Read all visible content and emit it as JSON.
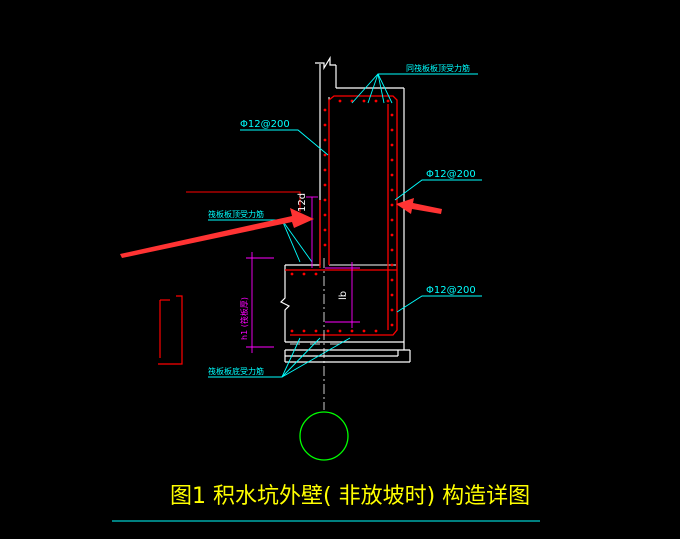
{
  "labels": {
    "top_right": "同筏板板顶受力筋",
    "phi_upper_left": "Φ12@200",
    "phi_right_mid": "Φ12@200",
    "phi_right_low": "Φ12@200",
    "raft_top_left": "筏板板顶受力筋",
    "raft_bottom_left": "筏板板底受力筋",
    "dim_12d": "12d",
    "dim_lb": "lb",
    "dim_h1": "h1 (筏板厚)"
  },
  "title": "图1  积水坑外壁( 非放坡时) 构造详图",
  "colors": {
    "background": "#000000",
    "wall_outline": "#ffffff",
    "rebar": "#ff0000",
    "leader": "#00ffff",
    "dimension": "#ff00ff",
    "arrow": "#ff3333",
    "title": "#ffff00",
    "circle": "#00ff00"
  }
}
